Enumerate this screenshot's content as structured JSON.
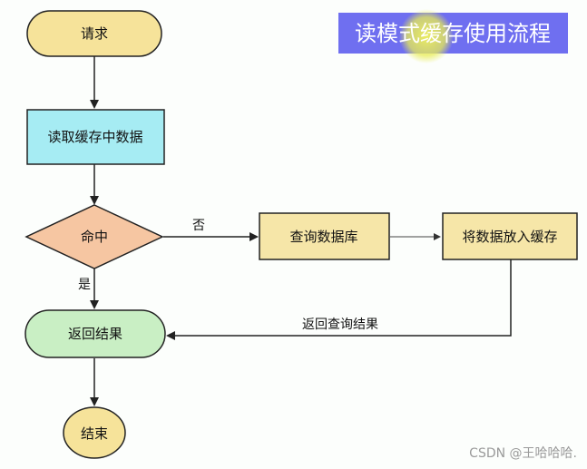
{
  "title": "读模式缓存使用流程",
  "nodes": {
    "request": "请求",
    "read_cache": "读取缓存中数据",
    "hit": "命中",
    "query_db": "查询数据库",
    "put_cache": "将数据放入缓存",
    "return_result": "返回结果",
    "end": "结束"
  },
  "edges": {
    "no": "否",
    "yes": "是",
    "return_query": "返回查询结果"
  },
  "watermark": "CSDN @王哈哈哈.",
  "colors": {
    "title_bg": "#6f6ff0",
    "highlight": "#e9ee5a",
    "request_fill": "#f6e39a",
    "read_fill": "#a6ecf3",
    "diamond_fill": "#f6c6a2",
    "process_fill": "#f6e6a8",
    "return_fill": "#c9efc4",
    "end_fill": "#f6e39a"
  }
}
